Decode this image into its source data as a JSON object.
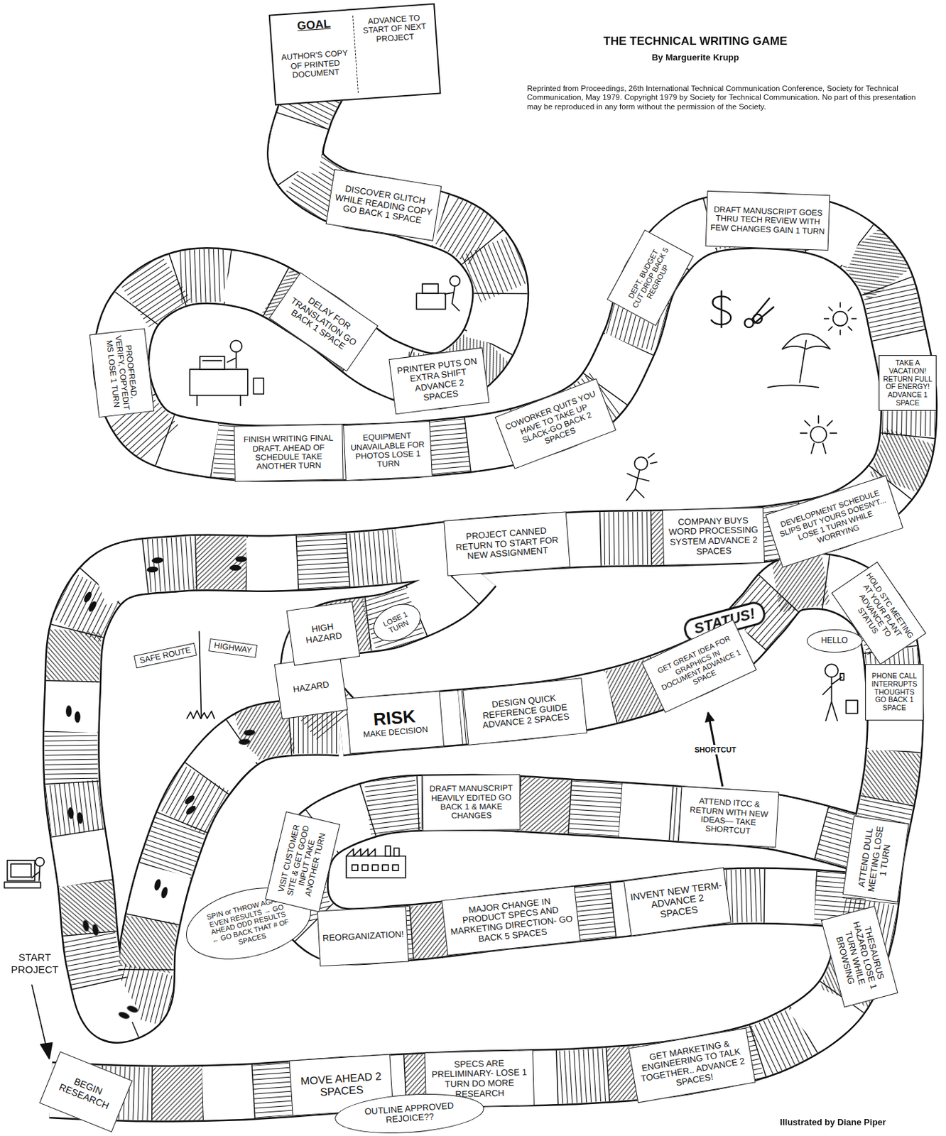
{
  "diagram": {
    "title": "THE TECHNICAL WRITING GAME",
    "nodes": [
      {
        "text": [
          "BEGIN RESEARCH"
        ]
      },
      {
        "text": [
          "MOVE AHEAD 2 SPACES"
        ]
      },
      {
        "text": [
          "SPECS ARE PRELIMINARY- LOSE 1 TURN DO MORE RESEARCH"
        ]
      },
      {
        "text": [
          "OUTLINE APPROVED REJOICE??"
        ]
      },
      {
        "text": [
          "GET MARKETING & ENGINEERING TO TALK TOGETHER.. ADVANCE 2 SPACES!"
        ]
      },
      {
        "text": [
          "THESAURUS HAZARD LOSE 1 TURN WHILE BROWSING"
        ]
      },
      {
        "text": [
          "INVENT NEW TERM-ADVANCE 2 SPACES"
        ]
      },
      {
        "text": [
          "MAJOR CHANGE IN PRODUCT SPECS AND MARKETING DIRECTION- GO BACK 5 SPACES"
        ]
      },
      {
        "text": [
          "REORGANIZATION!"
        ]
      },
      {
        "text": [
          "SPIN or THROW AGAIN EVEN RESULTS → GO AHEAD ODD RESULTS ← GO BACK THAT # OF SPACES"
        ]
      },
      {
        "text": [
          "VISIT CUSTOMER SITE & GET GOOD INPUT TAKE ANOTHER TURN"
        ]
      },
      {
        "text": [
          "DRAFT MANUSCRIPT HEAVILY EDITED GO BACK 1 & MAKE CHANGES"
        ]
      },
      {
        "text": [
          "ATTEND ITCC & RETURN WITH NEW IDEAS— TAKE SHORTCUT"
        ]
      },
      {
        "text": [
          "ATTEND DULL MEETING LOSE 1 TURN"
        ]
      },
      {
        "text": [
          "PHONE CALL INTERRUPTS THOUGHTS GO BACK 1 SPACE"
        ]
      },
      {
        "text": [
          "HELLO"
        ]
      },
      {
        "text": [
          "HOLD STC MEETING AT YOUR PLANT ADVANCE TO STATUS"
        ]
      },
      {
        "text": [
          "STATUS!"
        ]
      },
      {
        "text": [
          "GET GREAT IDEA FOR GRAPHICS IN DOCUMENT ADVANCE 1 SPACE"
        ]
      },
      {
        "text": [
          "DESIGN QUICK REFERENCE GUIDE ADVANCE 2 SPACES"
        ]
      },
      {
        "text": [
          "RISK",
          "MAKE DECISION"
        ]
      },
      {
        "text": [
          "SAFE ROUTE"
        ]
      },
      {
        "text": [
          "HIGHWAY"
        ]
      },
      {
        "text": [
          "HAZARD"
        ]
      },
      {
        "text": [
          "HIGH HAZARD"
        ]
      },
      {
        "text": [
          "LOSE 1 TURN"
        ]
      },
      {
        "text": [
          "PROJECT CANNED RETURN TO START FOR NEW ASSIGNMENT"
        ]
      },
      {
        "text": [
          "COMPANY BUYS WORD PROCESSING SYSTEM ADVANCE 2 SPACES"
        ]
      },
      {
        "text": [
          "DEVELOPMENT SCHEDULE SLIPS BUT YOURS DOESN'T... LOSE 1 TURN WHILE WORRYING"
        ]
      },
      {
        "text": [
          "TAKE A VACATION!",
          "RETURN FULL OF ENERGY! ADVANCE 1 SPACE"
        ]
      },
      {
        "text": [
          "DRAFT MANUSCRIPT GOES THRU TECH REVIEW WITH FEW CHANGES GAIN 1 TURN"
        ]
      },
      {
        "text": [
          "DEPT. BUDGET CUT DROP BACK 5 REGROUP"
        ]
      },
      {
        "text": [
          "COWORKER QUITS YOU HAVE TO TAKE UP SLACK-GO BACK 2 SPACES"
        ]
      },
      {
        "text": [
          "EQUIPMENT UNAVAILABLE FOR PHOTOS LOSE 1 TURN"
        ]
      },
      {
        "text": [
          "FINISH WRITING FINAL DRAFT. AHEAD OF SCHEDULE TAKE ANOTHER TURN"
        ]
      },
      {
        "text": [
          "PROOFREAD, VERIFY, COPYEDIT MS LOSE 1 TURN"
        ]
      },
      {
        "text": [
          "DELAY FOR TRANSLATION GO BACK 1 SPACE"
        ]
      },
      {
        "text": [
          "PRINTER PUTS ON EXTRA SHIFT ADVANCE 2 SPACES"
        ]
      },
      {
        "text": [
          "DISCOVER GLITCH WHILE READING COPY GO BACK 1 SPACE"
        ]
      },
      {
        "text": [
          "GOAL",
          "AUTHOR'S COPY OF PRINTED DOCUMENT",
          "ADVANCE TO START OF NEXT PROJECT"
        ]
      }
    ],
    "edges": [
      {
        "from": 12,
        "to": 18,
        "label": "SHORTCUT",
        "arrow": "to"
      }
    ],
    "labels": [
      "By Marguerite Krupp",
      "Reprinted from Proceedings, 26th International Technical Communication Conference, Society for Technical Communication, May 1979. Copyright 1979 by Society for Technical Communication. No part of this presentation may be reproduced in any form without the permission of the Society.",
      "START PROJECT",
      "Illustrated by Diane Piper"
    ]
  }
}
